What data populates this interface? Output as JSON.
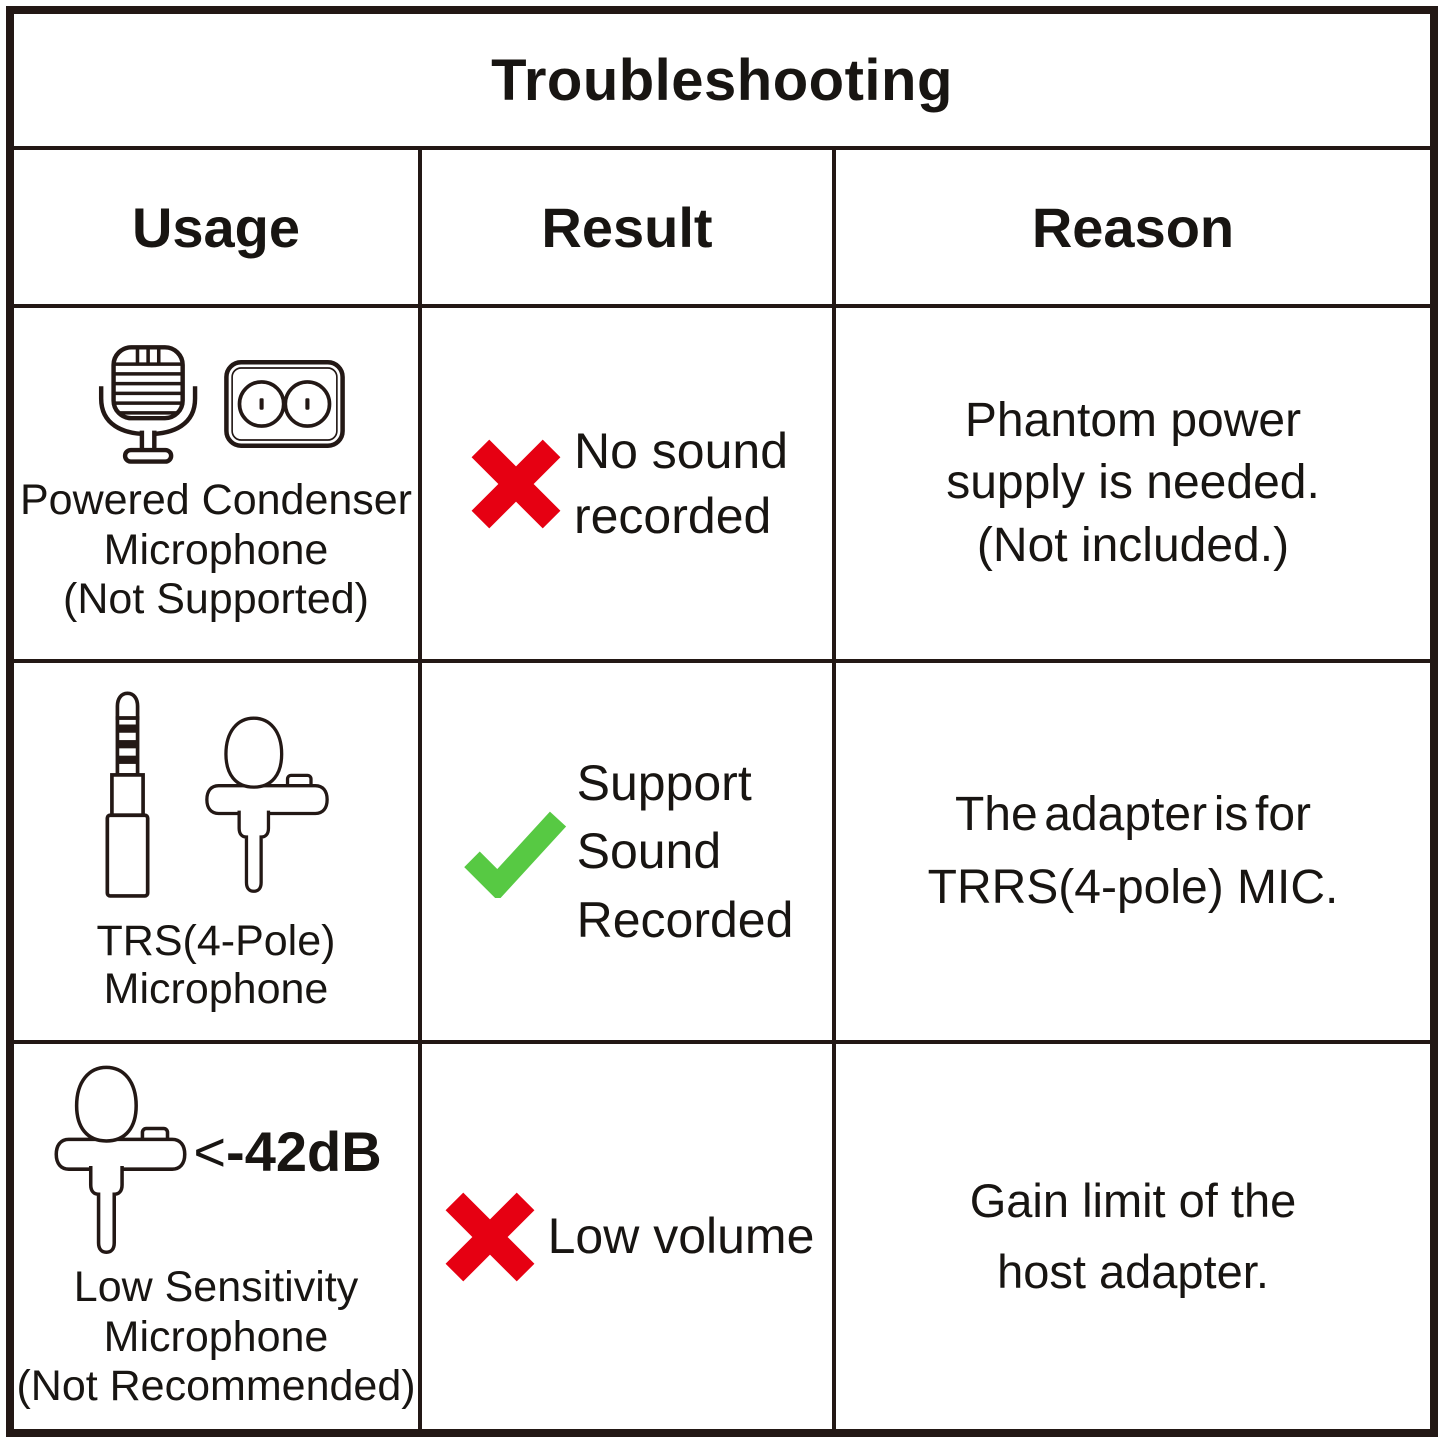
{
  "title": "Troubleshooting",
  "columns": [
    "Usage",
    "Result",
    "Reason"
  ],
  "colors": {
    "line": "#231815",
    "text": "#181512",
    "fail_red": "#e60012",
    "pass_green": "#57c943",
    "background": "#ffffff"
  },
  "rows": [
    {
      "usage": {
        "icons": [
          "condenser-microphone-icon",
          "power-outlet-icon"
        ],
        "label_lines": [
          "Powered Condenser",
          "Microphone",
          "(Not Supported)"
        ]
      },
      "result": {
        "status": "fail",
        "icon": "red-cross-icon",
        "lines": [
          "No sound",
          "recorded"
        ]
      },
      "reason": {
        "lines": [
          "Phantom power",
          "supply is needed.",
          "(Not included.)"
        ]
      }
    },
    {
      "usage": {
        "icons": [
          "trs-plug-icon",
          "lavalier-microphone-icon"
        ],
        "label_lines": [
          "TRS(4-Pole)",
          "Microphone"
        ]
      },
      "result": {
        "status": "pass",
        "icon": "green-check-icon",
        "lines": [
          "Support",
          "Sound",
          "Recorded"
        ]
      },
      "reason": {
        "lines": [
          "The adapter is for",
          "TRRS(4-pole) MIC."
        ]
      }
    },
    {
      "usage": {
        "icons": [
          "lavalier-microphone-icon"
        ],
        "annotation": {
          "symbol": "<",
          "value": "-42dB"
        },
        "label_lines": [
          "Low Sensitivity",
          "Microphone",
          "(Not Recommended)"
        ]
      },
      "result": {
        "status": "fail",
        "icon": "red-cross-icon",
        "lines": [
          "Low volume"
        ]
      },
      "reason": {
        "lines": [
          "Gain limit of the",
          "host adapter."
        ]
      }
    }
  ]
}
